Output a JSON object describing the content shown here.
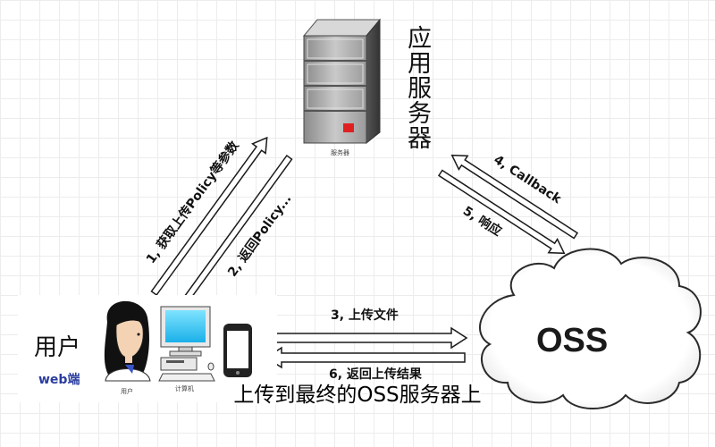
{
  "nodes": {
    "app_server": {
      "label": "应用服务器",
      "caption": "服务器"
    },
    "user": {
      "label": "用户",
      "sublabel": "web端",
      "person_caption": "用户",
      "computer_caption": "计算机"
    },
    "oss": {
      "label": "OSS"
    }
  },
  "arrows": {
    "step1": "1, 获取上传Policy等参数",
    "step2": "2, 返回Policy...",
    "step3": "3, 上传文件",
    "step4": "4, Callback",
    "step5": "5, 响应",
    "step6": "6, 返回上传结果"
  },
  "subtitle": "上传到最终的OSS服务器上",
  "colors": {
    "arrow_fill": "#ffffff",
    "arrow_stroke": "#1a1a1a",
    "server_indicator": "#e02020",
    "web_label": "#2a3d9e"
  }
}
